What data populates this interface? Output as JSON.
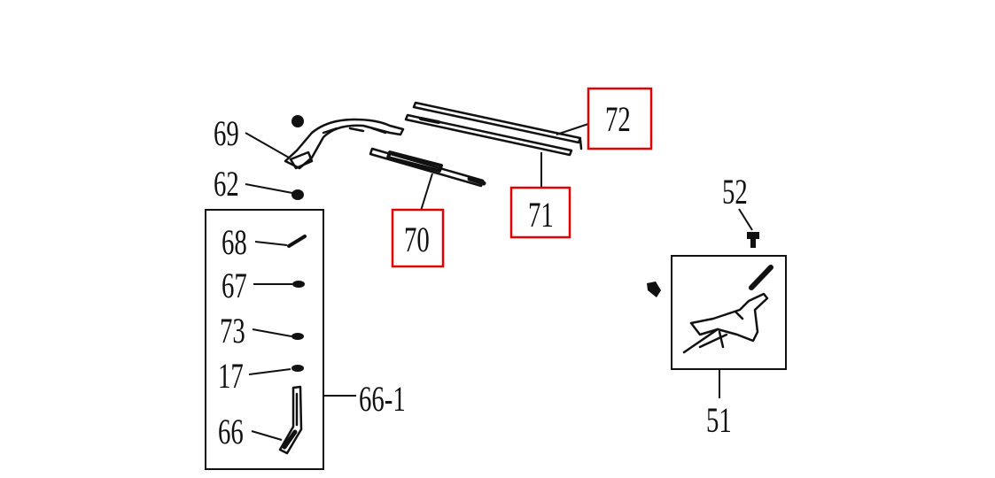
{
  "diagram": {
    "labels": {
      "p69": "69",
      "p62": "62",
      "p68": "68",
      "p67": "67",
      "p73": "73",
      "p17": "17",
      "p66": "66",
      "p66_1": "66-1",
      "p70": "70",
      "p71": "71",
      "p72": "72",
      "p52": "52",
      "p51": "51"
    },
    "highlight_color": "#e00000"
  }
}
